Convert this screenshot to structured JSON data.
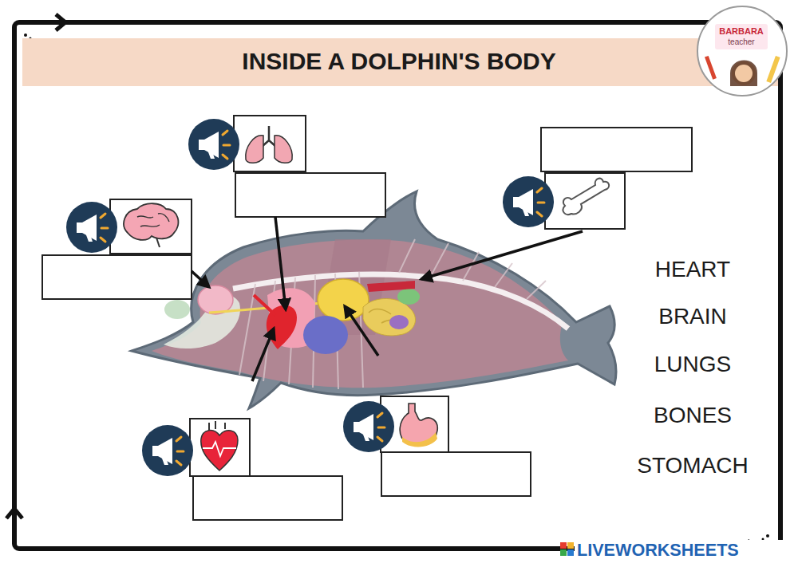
{
  "diagram": {
    "title": "INSIDE A DOLPHIN'S BODY",
    "labels": [
      "HEART",
      "BRAIN",
      "LUNGS",
      "BONES",
      "STOMACH",
      "BARBARA",
      "teacher",
      "LIVEWORKSHEETS"
    ]
  }
}
